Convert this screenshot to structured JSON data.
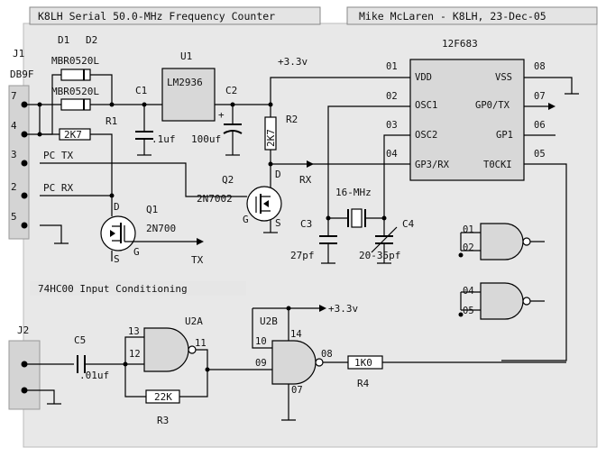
{
  "title": "K8LH Serial 50.0-MHz Frequency Counter",
  "author": "Mike McLaren - K8LH, 23-Dec-05",
  "connectors": {
    "j1": {
      "ref": "J1",
      "type": "DB9F",
      "pins": [
        "7",
        "4",
        "3",
        "2",
        "5"
      ],
      "signals": [
        "PC TX",
        "PC RX"
      ]
    },
    "j2": {
      "ref": "J2"
    }
  },
  "components": {
    "d1": {
      "ref": "D1",
      "value": "MBR0520L"
    },
    "d2": {
      "ref": "D2",
      "value": "MBR0520L"
    },
    "u1": {
      "ref": "U1",
      "value": "LM2936"
    },
    "c1": {
      "ref": "C1",
      "value": ".1uf"
    },
    "c2": {
      "ref": "C2",
      "value": "100uf",
      "polarity": "+"
    },
    "r1": {
      "ref": "R1",
      "value": "2K7"
    },
    "r2": {
      "ref": "R2",
      "value": "2K7"
    },
    "q1": {
      "ref": "Q1",
      "value": "2N700"
    },
    "q2": {
      "ref": "Q2",
      "value": "2N7002"
    },
    "c3": {
      "ref": "C3",
      "value": "27pf"
    },
    "c4": {
      "ref": "C4",
      "value": "20-35pf"
    },
    "crystal": {
      "value": "16-MHz"
    },
    "c5": {
      "ref": "C5",
      "value": ".01uf"
    },
    "r3": {
      "ref": "R3",
      "value": "22K"
    },
    "r4": {
      "ref": "R4",
      "value": "1K0"
    },
    "u2a": {
      "ref": "U2A"
    },
    "u2b": {
      "ref": "U2B"
    }
  },
  "mosfet_pins": {
    "d": "D",
    "g": "G",
    "s": "S"
  },
  "mcu": {
    "ref": "12F683",
    "left_pins": [
      {
        "num": "01",
        "name": "VDD"
      },
      {
        "num": "02",
        "name": "OSC1"
      },
      {
        "num": "03",
        "name": "OSC2"
      },
      {
        "num": "04",
        "name": "GP3/RX"
      }
    ],
    "right_pins": [
      {
        "num": "08",
        "name": "VSS"
      },
      {
        "num": "07",
        "name": "GP0/TX"
      },
      {
        "num": "06",
        "name": "GP1"
      },
      {
        "num": "05",
        "name": "T0CKI"
      }
    ]
  },
  "nets": {
    "vcc": "+3.3v",
    "vcc2": "+3.3v",
    "rx": "RX",
    "tx": "TX"
  },
  "section_label": "74HC00 Input Conditioning",
  "gate_pins": {
    "g1": [
      "01",
      "02"
    ],
    "g2": [
      "04",
      "05"
    ],
    "u2a": [
      "13",
      "12",
      "11"
    ],
    "u2b": [
      "14",
      "10",
      "09",
      "08",
      "07"
    ]
  }
}
